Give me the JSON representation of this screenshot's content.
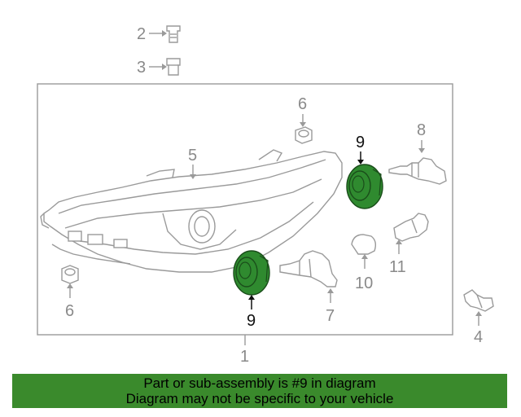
{
  "callouts": {
    "c2": "2",
    "c3": "3",
    "c5": "5",
    "c6_top": "6",
    "c6_left": "6",
    "c8": "8",
    "c9_top": "9",
    "c9_bottom": "9",
    "c10": "10",
    "c11": "11",
    "c7": "7",
    "c4": "4",
    "c1": "1"
  },
  "colors": {
    "highlight_part": "#2f8a2f",
    "banner": "#3a8a2c",
    "line_gray": "#9a9a9a"
  },
  "banner": {
    "line1": "Part or sub-assembly is #9 in diagram",
    "line2": "Diagram may not be specific to your vehicle"
  }
}
